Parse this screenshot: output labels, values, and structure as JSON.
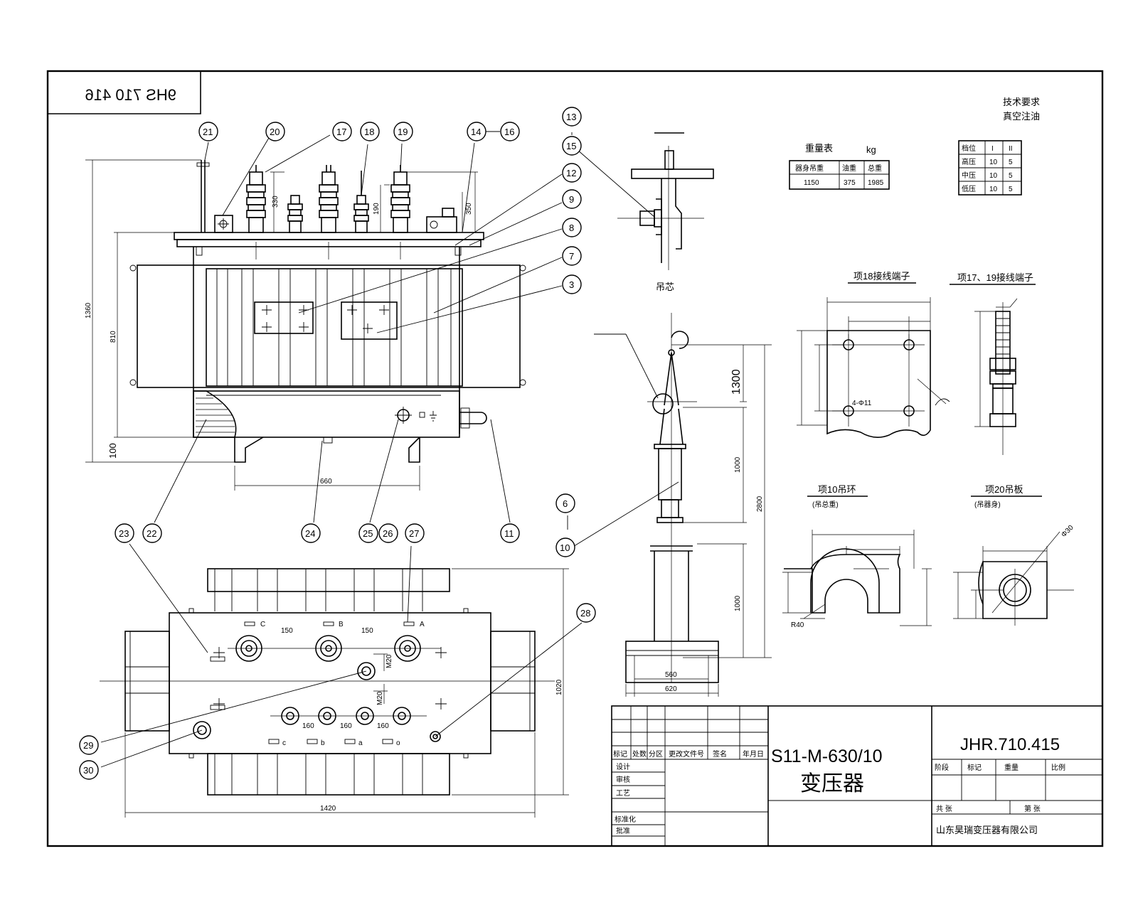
{
  "drawing_ref_mirrored": "9HS 710 416",
  "technical_requirements": {
    "title": "技术要求",
    "subtitle": "真空注油"
  },
  "weight_table": {
    "title": "重量表",
    "unit": "kg",
    "headers": [
      "器身吊重",
      "油重",
      "总重"
    ],
    "values": [
      "1150",
      "375",
      "1985"
    ]
  },
  "tap_table": {
    "rows": [
      [
        "档位",
        "I",
        "II"
      ],
      [
        "高压",
        "10",
        "5"
      ],
      [
        "中压",
        "10",
        "5"
      ],
      [
        "低压",
        "10",
        "5"
      ]
    ]
  },
  "details": {
    "terminal_18": "项18接线端子",
    "terminal_17_19": "项17、19接线端子",
    "lifting_ring_10": {
      "title": "项10吊环",
      "subtitle": "(吊总重)"
    },
    "lifting_plate_20": {
      "title": "项20吊板",
      "subtitle": "(吊器身)"
    },
    "lifting_label": "吊芯"
  },
  "dimensions": {
    "height_total": "1360",
    "height_tank": "810",
    "base_height": "100",
    "wheel_track": "660",
    "hv_bushing": "330",
    "lv_bushing": "190",
    "hv_spacing": "150",
    "lv_spacing": "160",
    "oil_conservator": "350",
    "top_view_width": "1420",
    "top_view_depth": "1020",
    "lift_1300": "1300",
    "lift_total": "2800",
    "lift_upper": "1000",
    "lift_lower": "1000",
    "lift_base_w1": "560",
    "lift_base_w2": "620",
    "hole_d": "4-Φ11",
    "thread_a": "M20",
    "ring_r": "R40",
    "plate_d": "Φ30"
  },
  "balloons_top": [
    "21",
    "20",
    "17",
    "18",
    "19",
    "14",
    "16"
  ],
  "balloons_right": [
    "12",
    "9",
    "8",
    "7",
    "3"
  ],
  "balloons_bottom": [
    "23",
    "22",
    "24",
    "25",
    "26",
    "27",
    "11"
  ],
  "balloons_plan": [
    "28",
    "29",
    "30"
  ],
  "balloons_lift": [
    "13",
    "15",
    "6",
    "10"
  ],
  "phase_labels_hv": [
    "C",
    "B",
    "A"
  ],
  "phase_labels_lv": [
    "c",
    "b",
    "a",
    "o"
  ],
  "title_block": {
    "model": "S11-M-630/10",
    "name": "变压器",
    "drawing_no": "JHR.710.415",
    "company": "山东昊瑞变压器有限公司",
    "stage_headers": [
      "阶段",
      "标记",
      "重量",
      "比例"
    ],
    "sheet_total": "共  张",
    "sheet_num": "第  张",
    "rows_left": [
      "标记",
      "处数",
      "分区",
      "更改文件号",
      "签名",
      "年月日"
    ],
    "roles": [
      "设计",
      "审核",
      "工艺",
      "标准化",
      "批准"
    ]
  }
}
